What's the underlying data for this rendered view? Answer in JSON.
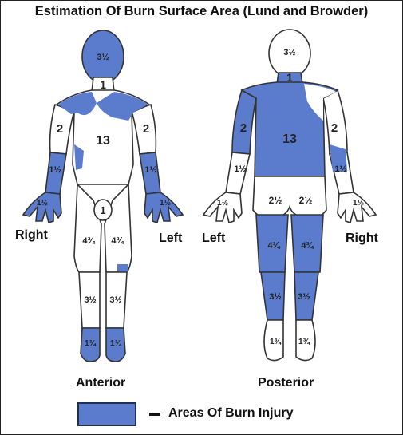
{
  "title": "Estimation Of Burn Surface Area (Lund and Browder)",
  "colors": {
    "burn": "#5b7ccd",
    "outline": "#333333"
  },
  "anterior": {
    "label": "Anterior",
    "side_right": "Right",
    "side_left": "Left",
    "regions": {
      "head": "3½",
      "neck": "1",
      "trunk": "13",
      "upper_arm_r": "2",
      "upper_arm_l": "2",
      "forearm_r": "1½",
      "forearm_l": "1½",
      "hand_r": "1½",
      "hand_l": "1½",
      "genitalia": "1",
      "thigh_r": "4¾",
      "thigh_l": "4¾",
      "leg_r": "3½",
      "leg_l": "3½",
      "foot_r": "1¾",
      "foot_l": "1¾"
    }
  },
  "posterior": {
    "label": "Posterior",
    "side_left": "Left",
    "side_right": "Right",
    "regions": {
      "head": "3½",
      "neck": "1",
      "trunk": "13",
      "upper_arm_l": "2",
      "upper_arm_r": "2",
      "forearm_l": "1½",
      "forearm_r": "1½",
      "hand_l": "1½",
      "hand_r": "1½",
      "buttock_l": "2½",
      "buttock_r": "2½",
      "thigh_l": "4¾",
      "thigh_r": "4¾",
      "leg_l": "3½",
      "leg_r": "3½",
      "foot_l": "1¾",
      "foot_r": "1¾"
    }
  },
  "legend": {
    "text": "Areas Of Burn Injury"
  }
}
